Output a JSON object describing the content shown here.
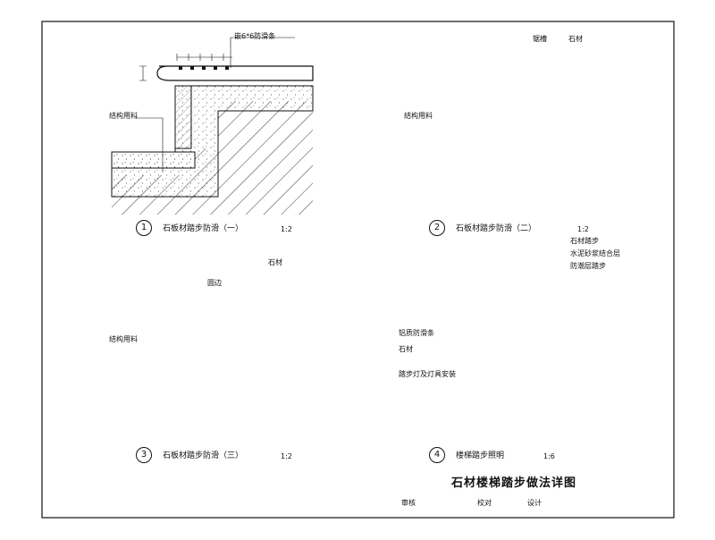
{
  "detail1": {
    "num": "1",
    "caption": "石板材踏步防滑（一）",
    "scale": "1:2",
    "label_top": "嵌6*6防滑条",
    "label_side": "结构用料"
  },
  "detail2": {
    "num": "2",
    "caption": "石板材踏步防滑（二）",
    "scale": "1:2",
    "label_groove": "锯槽",
    "label_stone": "石材",
    "label_side": "结构用料"
  },
  "detail3": {
    "num": "3",
    "caption": "石板材踏步防滑（三）",
    "scale": "1:2",
    "label_stone": "石材",
    "label_edge": "圆边",
    "label_side": "结构用料"
  },
  "detail4": {
    "num": "4",
    "caption": "楼梯踏步照明",
    "scale": "1:6",
    "label_r1": "石材踏步",
    "label_r2": "水泥砂浆结合层",
    "label_r3": "防潮层踏步",
    "label_l1": "铝质防滑条",
    "label_l2": "石材",
    "label_l3": "踏步灯及灯具安装"
  },
  "titleblock": {
    "title": "石材楼梯踏步做法详图",
    "row": [
      "审核",
      "",
      "",
      "校对",
      "",
      "设计",
      "",
      ""
    ]
  }
}
